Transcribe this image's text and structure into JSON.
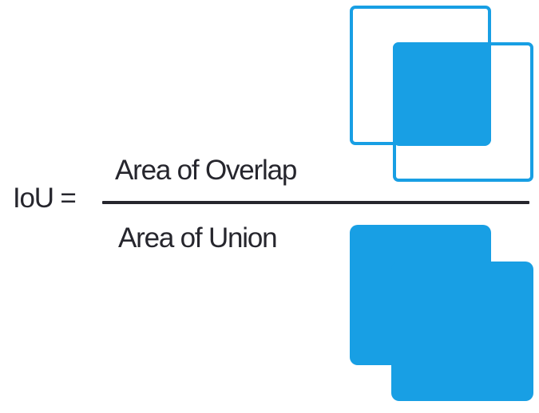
{
  "formula": {
    "lhs": "IoU =",
    "numerator": "Area of Overlap",
    "denominator": "Area of Union"
  },
  "colors": {
    "shape_blue": "#189FE4",
    "text_dark": "#26262D",
    "background": "#FFFFFF"
  }
}
